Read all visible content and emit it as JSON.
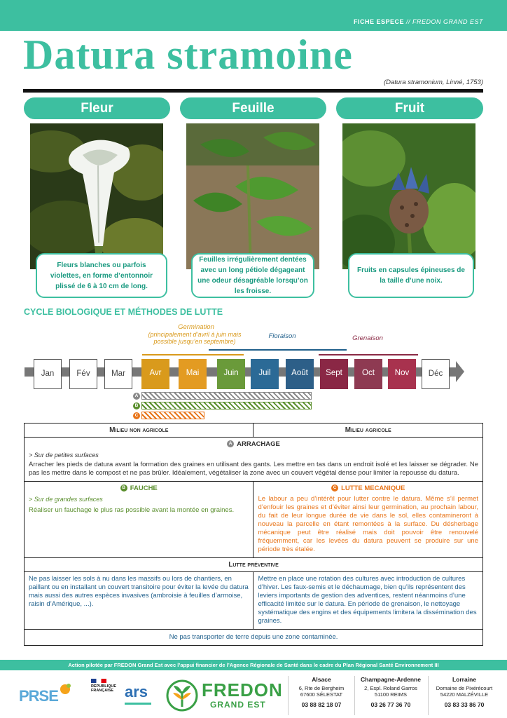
{
  "header": {
    "label": "FICHE ESPECE",
    "sub": "// FREDON GRAND EST"
  },
  "title": "Datura stramoine",
  "latin": "(Datura stramonium, Linné, 1753)",
  "sections": [
    {
      "title": "Fleur",
      "caption": "Fleurs blanches ou parfois violettes, en forme d’entonnoir plissé de 6 à 10 cm de long."
    },
    {
      "title": "Feuille",
      "caption": "Feuilles irrégulièrement dentées avec un long pétiole dégageant une odeur désagréable lorsqu’on les froisse."
    },
    {
      "title": "Fruit",
      "caption": "Fruits en capsules épineuses de la taille d’une noix."
    }
  ],
  "cycle": {
    "title": "CYCLE BIOLOGIQUE ET MÉTHODES DE LUTTE",
    "phases": {
      "germination": "Germination",
      "germination_note": "(principalement d’avril à juin mais possible jusqu’en septembre)",
      "floraison": "Floraison",
      "grenaison": "Grenaison"
    },
    "months": [
      "Jan",
      "Fév",
      "Mar",
      "Avr",
      "Mai",
      "Juin",
      "Juil",
      "Août",
      "Sept",
      "Oct",
      "Nov",
      "Déc"
    ],
    "method_letters": [
      "A",
      "B",
      "C"
    ]
  },
  "colors": {
    "accent": "#3dbfa0",
    "germination": "#d99a1c",
    "floraison": "#1f5f8b",
    "grenaison": "#8a2a45",
    "mai": "#e39b22",
    "juin": "#6a9a3a",
    "juil": "#2b6a96",
    "aout": "#2d5f88",
    "sept": "#8a2745",
    "oct": "#8e3a52",
    "nov": "#a8324e",
    "method_a": "#888888",
    "method_b": "#5b8f2e",
    "method_c": "#e8751a"
  },
  "table": {
    "col_left": "Milieu non agricole",
    "col_right": "Milieu agricole",
    "arrachage": {
      "letter": "A",
      "title": "ARRACHAGE",
      "sub": "> Sur de petites surfaces",
      "text": "Arracher les pieds de datura avant la formation des graines en utilisant des gants. Les mettre en tas dans un endroit isolé et les laisser se dégrader. Ne pas les mettre dans le compost et ne pas brûler. Idéalement, végétaliser la zone avec un couvert végétal dense pour limiter la repousse du datura."
    },
    "fauche": {
      "letter": "B",
      "title": "FAUCHE",
      "sub": "> Sur de grandes surfaces",
      "text": "Réaliser un fauchage le plus ras possible avant la montée en graines."
    },
    "lutte_mecanique": {
      "letter": "C",
      "title": "LUTTE MECANIQUE",
      "text": "Le labour a peu d’intérêt pour lutter contre le datura. Même s’il permet d’enfouir les graines et d’éviter ainsi leur germination, au prochain labour, du fait de leur longue durée de vie dans le sol, elles contamineront à nouveau la parcelle en étant remontées à la surface. Du désherbage mécanique peut être réalisé mais doit pouvoir être renouvelé fréquemment, car les levées du datura peuvent se produire sur une période très étalée."
    },
    "preventive_title": "Lutte préventive",
    "preventive_left": "Ne pas laisser les sols à nu dans les massifs ou lors de chantiers, en paillant ou en installant un couvert transitoire pour éviter la levée du datura mais aussi des autres espèces invasives (ambroisie à feuilles d’armoise, raisin d’Amérique, ...).",
    "preventive_right": "Mettre en place une rotation des cultures avec introduction de cultures d’hiver. Les faux-semis et le déchaumage, bien qu’ils représentent des leviers importants de gestion des adventices, restent néanmoins d’une efficacité limitée sur le datura. En période de grenaison, le nettoyage systématique des engins et des équipements limitera la dissémination des graines.",
    "footer": "Ne pas transporter de terre depuis une zone contaminée."
  },
  "footer": {
    "banner": "Action pilotée par  FREDON Grand Est avec l’appui financier de l’Agence Régionale de Santé dans le cadre du Plan Régional Santé Environnement III",
    "logos": {
      "prse_text": "PRSE",
      "rf_line1": "RÉPUBLIQUE",
      "rf_line2": "FRANÇAISE",
      "ars_text": "ars",
      "fredon_text": "FREDON",
      "fredon_sub": "GRAND EST"
    },
    "offices": [
      {
        "region": "Alsace",
        "line1": "6, Rte de Bergheim",
        "line2": "67600 SÉLESTAT",
        "tel": "03 88 82 18 07"
      },
      {
        "region": "Champagne-Ardenne",
        "line1": "2, Espl. Roland Garros",
        "line2": "51100 REIMS",
        "tel": "03 26 77 36 70"
      },
      {
        "region": "Lorraine",
        "line1": "Domaine de Pixérécourt",
        "line2": "54220 MALZÉVILLE",
        "tel": "03 83 33 86 70"
      }
    ]
  }
}
